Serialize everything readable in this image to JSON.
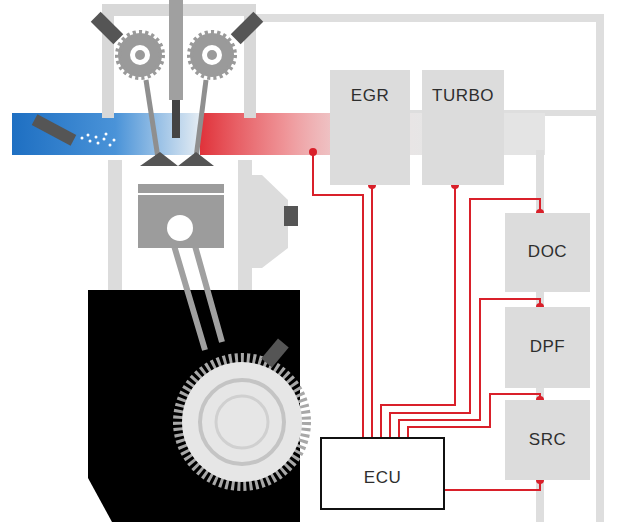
{
  "diagram": {
    "nodes": [
      {
        "text": [
          "EGR"
        ]
      },
      {
        "text": [
          "TURBO"
        ]
      },
      {
        "text": [
          "DOC"
        ]
      },
      {
        "text": [
          "DPF"
        ]
      },
      {
        "text": [
          "SRC"
        ]
      },
      {
        "text": [
          "ECU"
        ]
      }
    ],
    "edges": [
      {
        "from": 5,
        "to": 0,
        "arrow": "none"
      },
      {
        "from": 5,
        "to": 1,
        "arrow": "none"
      },
      {
        "from": 5,
        "to": 2,
        "arrow": "none"
      },
      {
        "from": 5,
        "to": 3,
        "arrow": "none"
      },
      {
        "from": 5,
        "to": 4,
        "arrow": "none"
      },
      {
        "from": 5,
        "to": 4,
        "arrow": "none"
      }
    ]
  }
}
